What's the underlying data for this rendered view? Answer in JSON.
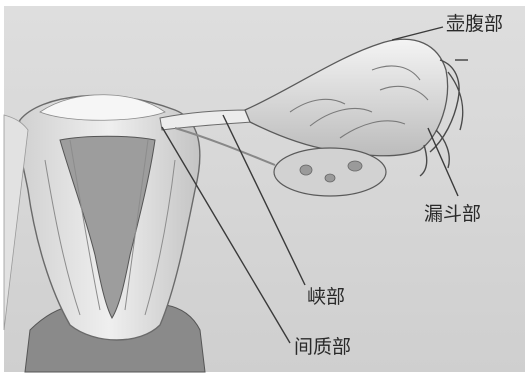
{
  "labels": {
    "ampulla": "壶腹部",
    "infundibulum": "漏斗部",
    "isthmus": "峡部",
    "interstitial": "间质部"
  },
  "colors": {
    "background_panel": "#d9d9d9",
    "tissue_light": "#efefef",
    "tissue_mid": "#bdbdbd",
    "tissue_dark": "#6d6d6d",
    "leader_line": "#3a3a3a"
  }
}
